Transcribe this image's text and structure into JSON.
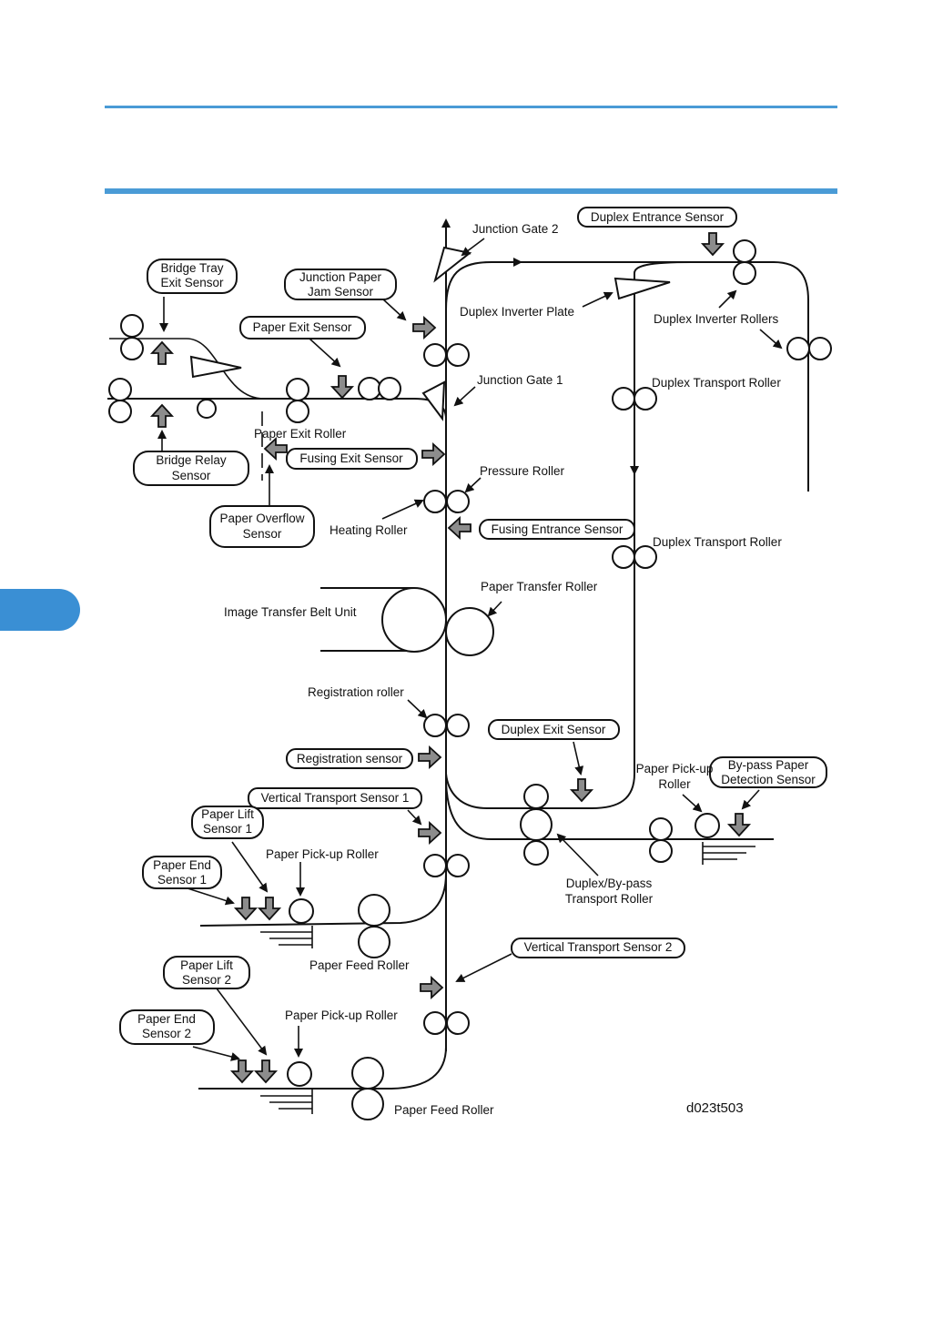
{
  "diagram_id": "d023t503",
  "labels": {
    "junction_gate_2": "Junction Gate 2",
    "duplex_entrance_sensor": "Duplex Entrance Sensor",
    "bridge_tray_exit_sensor_1": "Bridge Tray",
    "bridge_tray_exit_sensor_2": "Exit Sensor",
    "junction_paper_jam_sensor_1": "Junction Paper",
    "junction_paper_jam_sensor_2": "Jam Sensor",
    "duplex_inverter_plate": "Duplex Inverter Plate",
    "duplex_inverter_rollers": "Duplex Inverter Rollers",
    "paper_exit_sensor": "Paper Exit Sensor",
    "junction_gate_1": "Junction Gate 1",
    "duplex_transport_roller_1": "Duplex Transport Roller",
    "paper_exit_roller": "Paper Exit Roller",
    "fusing_exit_sensor": "Fusing Exit Sensor",
    "bridge_relay_sensor_1": "Bridge Relay",
    "bridge_relay_sensor_2": "Sensor",
    "pressure_roller": "Pressure Roller",
    "paper_overflow_sensor_1": "Paper Overflow",
    "paper_overflow_sensor_2": "Sensor",
    "heating_roller": "Heating Roller",
    "fusing_entrance_sensor": "Fusing Entrance Sensor",
    "duplex_transport_roller_2": "Duplex Transport Roller",
    "paper_transfer_roller": "Paper Transfer Roller",
    "image_transfer_belt_unit": "Image Transfer Belt Unit",
    "registration_roller": "Registration roller",
    "duplex_exit_sensor": "Duplex Exit Sensor",
    "registration_sensor": "Registration sensor",
    "paper_pickup_roller_bypass_1": "Paper Pick-up",
    "paper_pickup_roller_bypass_2": "Roller",
    "bypass_paper_detection_sensor_1": "By-pass Paper",
    "bypass_paper_detection_sensor_2": "Detection Sensor",
    "vertical_transport_sensor_1": "Vertical Transport Sensor 1",
    "paper_lift_sensor_1_a": "Paper Lift",
    "paper_lift_sensor_1_b": "Sensor 1",
    "paper_end_sensor_1_a": "Paper End",
    "paper_end_sensor_1_b": "Sensor 1",
    "paper_pickup_roller_1": "Paper Pick-up Roller",
    "duplex_bypass_transport_roller_1": "Duplex/By-pass",
    "duplex_bypass_transport_roller_2": "Transport Roller",
    "paper_feed_roller_1": "Paper Feed Roller",
    "vertical_transport_sensor_2": "Vertical Transport Sensor 2",
    "paper_lift_sensor_2_a": "Paper Lift",
    "paper_lift_sensor_2_b": "Sensor 2",
    "paper_end_sensor_2_a": "Paper End",
    "paper_end_sensor_2_b": "Sensor 2",
    "paper_pickup_roller_2": "Paper Pick-up Roller",
    "paper_feed_roller_2": "Paper Feed Roller"
  },
  "colors": {
    "accent": "#4a9bd6",
    "sensor_arrow": "#8c8c8c"
  }
}
